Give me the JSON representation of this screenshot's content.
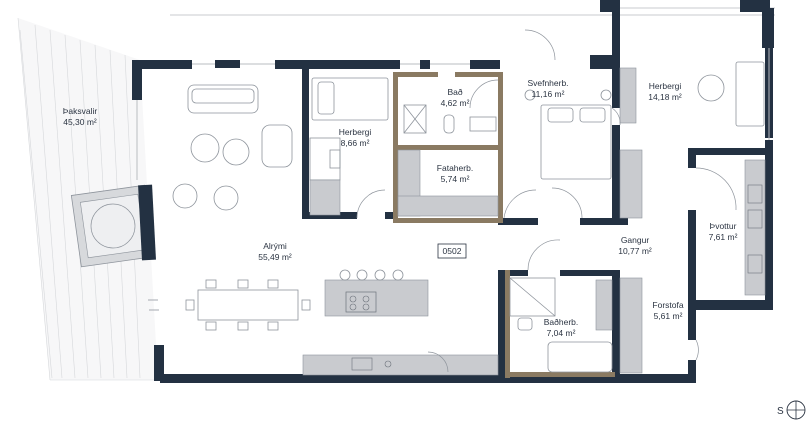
{
  "unit_id": "0502",
  "rooms": [
    {
      "name": "Þaksvalir",
      "area": "45,30 m²"
    },
    {
      "name": "Herbergi",
      "area": "8,66 m²"
    },
    {
      "name": "Bað",
      "area": "4,62 m²"
    },
    {
      "name": "Svefnherb.",
      "area": "11,16 m²"
    },
    {
      "name": "Herbergi",
      "area": "14,18 m²"
    },
    {
      "name": "Fataherb.",
      "area": "5,74 m²"
    },
    {
      "name": "Alrými",
      "area": "55,49 m²"
    },
    {
      "name": "Gangur",
      "area": "10,77 m²"
    },
    {
      "name": "Þvottur",
      "area": "7,61 m²"
    },
    {
      "name": "Forstofa",
      "area": "5,61 m²"
    },
    {
      "name": "Baðherb.",
      "area": "7,04 m²"
    }
  ],
  "compass": {
    "label": "S",
    "icon": "compass-icon"
  },
  "colors": {
    "walls": "#233142",
    "wood_walls": "#8a7a62",
    "furniture": "#8e949c",
    "cabinets": "#c9cbcf"
  }
}
